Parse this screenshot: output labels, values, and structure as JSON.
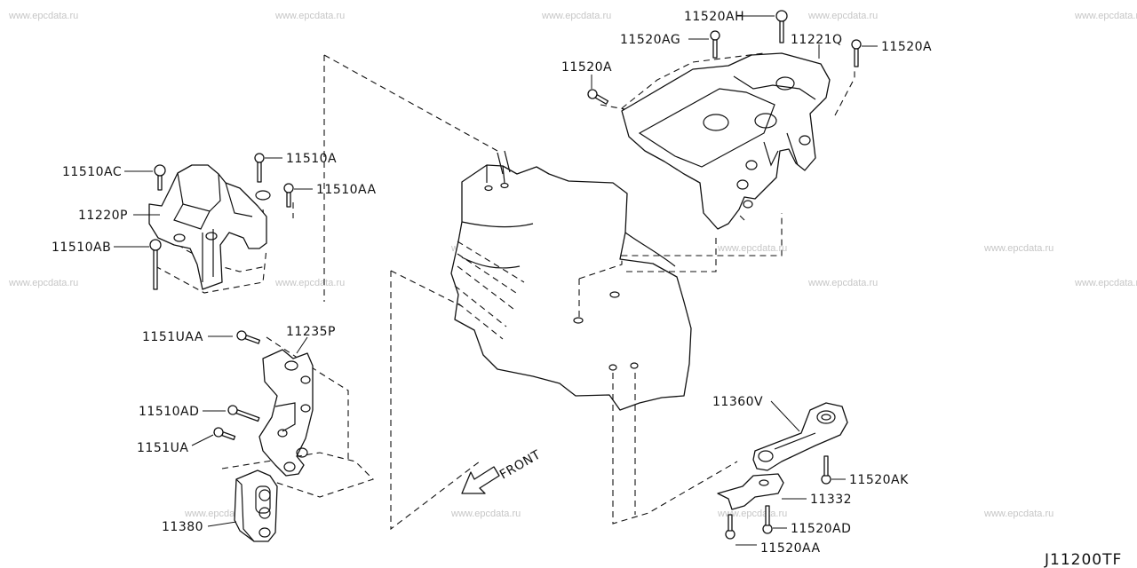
{
  "watermark": "www.epcdata.ru",
  "diagram_code": "J11200TF",
  "front_label": "FRONT",
  "labels": {
    "l_11520AH": "11520AH",
    "l_11520AG": "11520AG",
    "l_11221Q": "11221Q",
    "l_11520A_right": "11520A",
    "l_11520A_left": "11520A",
    "l_11510AC": "11510AC",
    "l_11510A": "11510A",
    "l_11510AA": "11510AA",
    "l_11220P": "11220P",
    "l_11510AB": "11510AB",
    "l_1151UAA": "1151UAA",
    "l_11235P": "11235P",
    "l_11510AD": "11510AD",
    "l_1151UA": "1151UA",
    "l_11380": "11380",
    "l_11360V": "11360V",
    "l_11520AK": "11520AK",
    "l_11332": "11332",
    "l_11520AD": "11520AD",
    "l_11520AA": "11520AA"
  }
}
